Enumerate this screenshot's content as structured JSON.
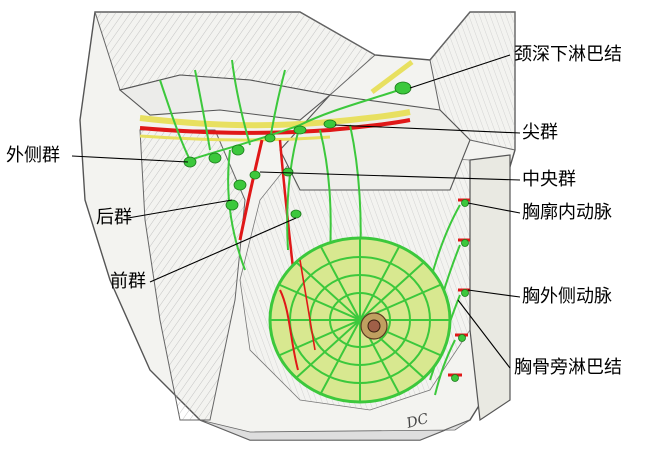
{
  "labels": {
    "deep_cervical": "颈深下淋巴结",
    "apical": "尖群",
    "lateral": "外侧群",
    "central": "中央群",
    "posterior": "后群",
    "internal_thoracic_artery": "胸廓内动脉",
    "anterior": "前群",
    "lateral_thoracic_artery": "胸外侧动脉",
    "parasternal_nodes": "胸骨旁淋巴结"
  },
  "signature": "DC",
  "colors": {
    "lymph_green": "#3cc83c",
    "artery_red": "#e01818",
    "vein_yellow": "#e8e060",
    "gland_fill": "#d8e890",
    "nipple": "#a06048",
    "muscle_line": "#7a7a7a"
  }
}
